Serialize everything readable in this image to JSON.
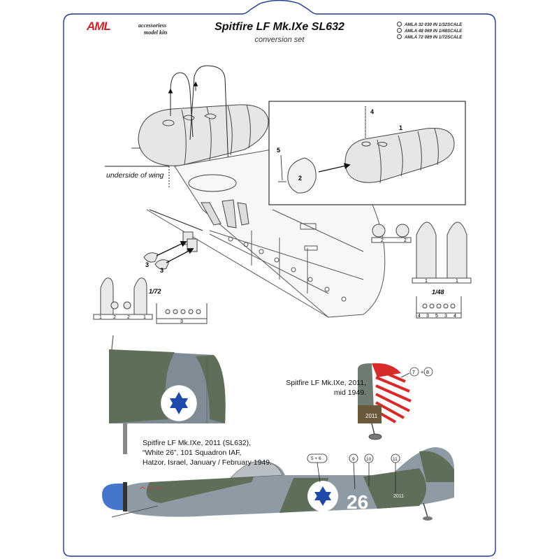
{
  "header": {
    "title": "Spitfire LF Mk.IXe  SL632",
    "subtitle": "conversion set",
    "logo_brand": "AML",
    "logo_line1": "accessoriess",
    "logo_line2": "model kits",
    "codes": [
      "AMLA 32 030 IN 1/32SCALE",
      "AMLA 48 069 IN 1/48SCALE",
      "AMLA 72 089 IN 1/72SCALE"
    ]
  },
  "diagram": {
    "underside_label": "underside of wing",
    "part_numbers": {
      "p1": "1",
      "p2": "2",
      "p3a": "3",
      "p3b": "3",
      "p4": "4",
      "p5": "5"
    },
    "scale_72": {
      "label": "1/72",
      "sprue_a": [
        "1",
        "2",
        "2",
        "1"
      ],
      "sprue_b": "3"
    },
    "scale_48": {
      "label": "1/48",
      "wheels": [
        "2",
        "2"
      ],
      "tanks": [
        "1",
        "1"
      ],
      "sprue": [
        "4",
        "3",
        "5",
        "3",
        "4"
      ]
    }
  },
  "rudder": {
    "caption_line1": "Spitfire LF Mk.IXe, 2011,",
    "caption_line2": "mid 1949.",
    "serial": "2011",
    "decal_a": "7",
    "plus": "+",
    "decal_b": "8"
  },
  "profile": {
    "caption_lines": [
      "Spitfire LF Mk.IXe, 2011 (SL632),",
      "“White 26”, 101 Squadron IAF,",
      "Hatzor, Israel, January / February 1949."
    ],
    "fuselage_code": "26",
    "serial": "2011",
    "decals": [
      "5 + 6",
      "9",
      "10",
      "11"
    ]
  },
  "colors": {
    "frame": "#1e3a8a",
    "camo_grey": "#8f9ba4",
    "camo_green": "#5f6e59",
    "roundel_blue": "#1f4aa8",
    "stripe_red": "#d72a2a",
    "spinner_blue": "#4477cc"
  }
}
